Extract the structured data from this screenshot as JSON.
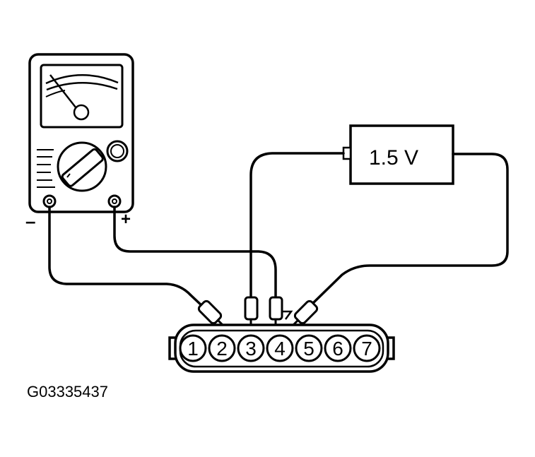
{
  "figure_id": "G03335437",
  "battery": {
    "label": "1.5 V"
  },
  "meter": {
    "minus_sign": "–",
    "plus_sign": "+"
  },
  "connector": {
    "pins": [
      "1",
      "2",
      "3",
      "4",
      "5",
      "6",
      "7"
    ]
  },
  "colors": {
    "line": "#000000",
    "background": "#ffffff"
  }
}
